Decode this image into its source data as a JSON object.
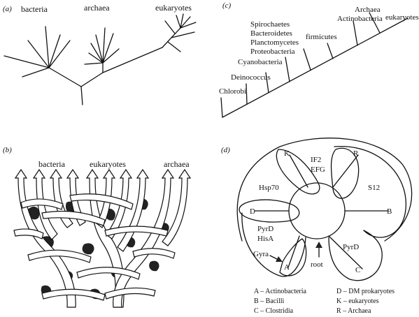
{
  "panel_a": {
    "label": "(a)",
    "bacteria": "bacteria",
    "archaea": "archaea",
    "eukaryotes": "eukaryotes"
  },
  "panel_b": {
    "label": "(b)",
    "bacteria": "bacteria",
    "eukaryotes": "eukaryotes",
    "archaea": "archaea"
  },
  "panel_c": {
    "label": "(c)",
    "taxa": [
      "Archaea",
      "eukaryotes",
      "Actinobacteria",
      "firmicutes",
      "Spirochaetes",
      "Bacteroidetes",
      "Planctomycetes",
      "Proteobacteria",
      "Cyanobacteria",
      "Deinococcus",
      "Chlorobi"
    ]
  },
  "panel_d": {
    "label": "(d)",
    "nodes": {
      "K": "K",
      "R": "R",
      "D": "D",
      "B": "B",
      "A": "A",
      "C": "C"
    },
    "genes": {
      "if2": "IF2",
      "efg": "EFG",
      "hsp70": "Hsp70",
      "s12": "S12",
      "pyrd_left": "PyrD",
      "hisa": "HisA",
      "gyra": "Gyra",
      "pyrd_right": "PyrD"
    },
    "root": "root",
    "legend": [
      "A – Actinobacteria",
      "B – Bacilli",
      "C – Clostridia",
      "D – DM prokaryotes",
      "K – eukaryotes",
      "R – Archaea"
    ]
  }
}
